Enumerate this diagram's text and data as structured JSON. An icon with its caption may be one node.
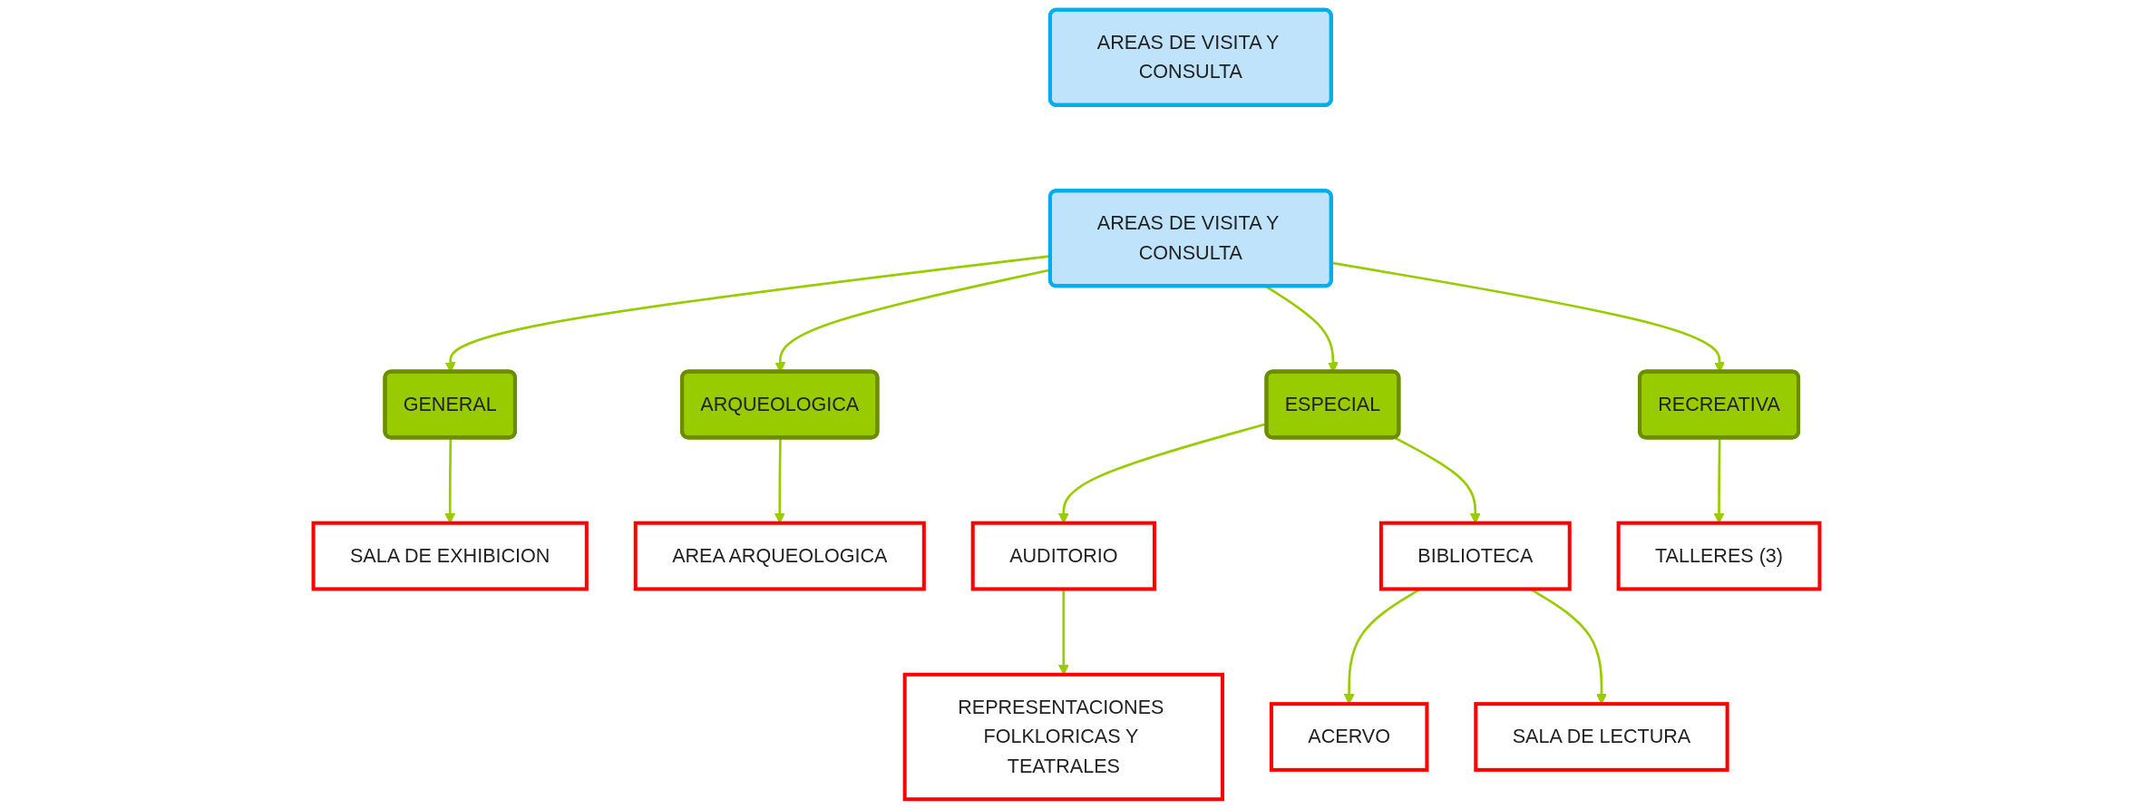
{
  "diagram": {
    "nodes": [
      {
        "text": [
          "AREAS DE VISITA Y CONSULTA"
        ]
      },
      {
        "text": [
          "AREAS DE VISITA Y CONSULTA"
        ]
      },
      {
        "text": [
          "GENERAL"
        ]
      },
      {
        "text": [
          "ARQUEOLOGICA"
        ]
      },
      {
        "text": [
          "ESPECIAL"
        ]
      },
      {
        "text": [
          "RECREATIVA"
        ]
      },
      {
        "text": [
          "SALA DE EXHIBICION"
        ]
      },
      {
        "text": [
          "AREA ARQUEOLOGICA"
        ]
      },
      {
        "text": [
          "AUDITORIO"
        ]
      },
      {
        "text": [
          "BIBLIOTECA"
        ]
      },
      {
        "text": [
          "TALLERES (3)"
        ]
      },
      {
        "text": [
          "REPRESENTACIONES FOLKLORICAS Y TEATRALES"
        ]
      },
      {
        "text": [
          "ACERVO"
        ]
      },
      {
        "text": [
          "SALA DE LECTURA"
        ]
      }
    ],
    "edges": [
      {
        "from": 1,
        "to": 2,
        "arrow": "to"
      },
      {
        "from": 1,
        "to": 3,
        "arrow": "to"
      },
      {
        "from": 1,
        "to": 4,
        "arrow": "to"
      },
      {
        "from": 1,
        "to": 5,
        "arrow": "to"
      },
      {
        "from": 2,
        "to": 6,
        "arrow": "to"
      },
      {
        "from": 3,
        "to": 7,
        "arrow": "to"
      },
      {
        "from": 4,
        "to": 8,
        "arrow": "to"
      },
      {
        "from": 4,
        "to": 9,
        "arrow": "to"
      },
      {
        "from": 5,
        "to": 10,
        "arrow": "to"
      },
      {
        "from": 8,
        "to": 11,
        "arrow": "to"
      },
      {
        "from": 9,
        "to": 12,
        "arrow": "to"
      },
      {
        "from": 9,
        "to": 13,
        "arrow": "to"
      }
    ]
  }
}
